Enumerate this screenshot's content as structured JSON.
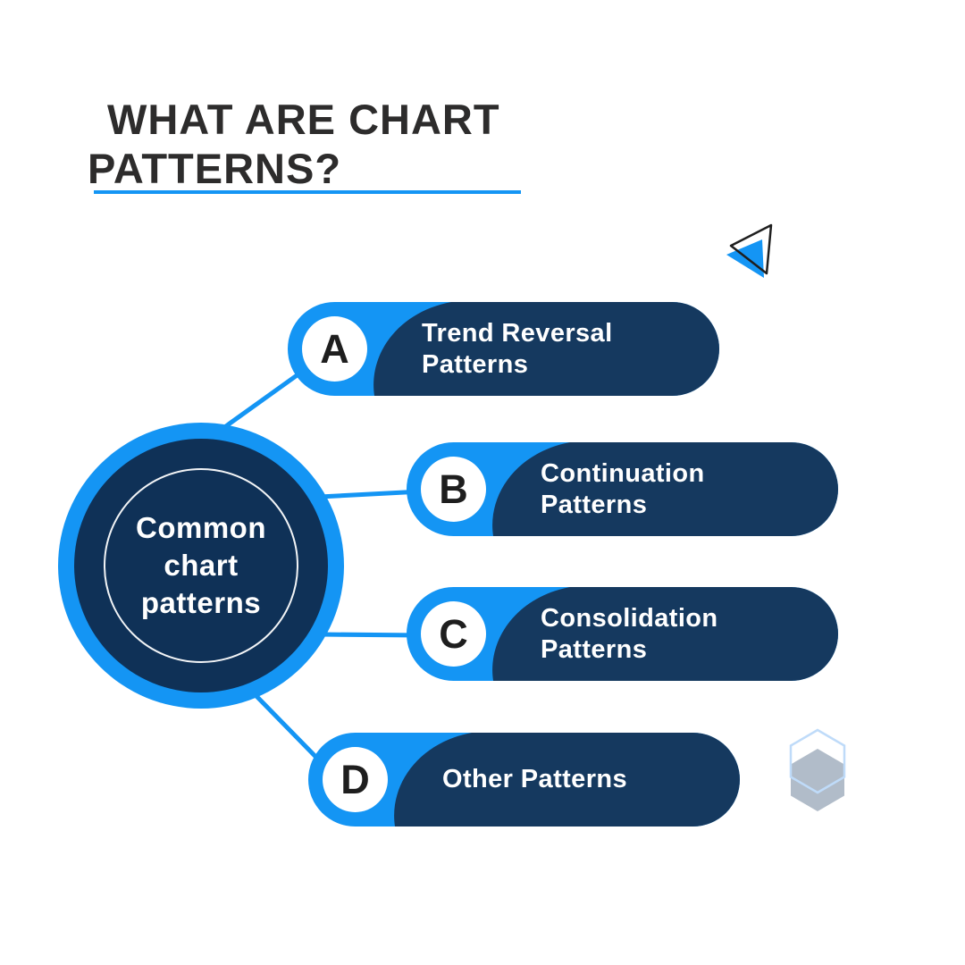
{
  "title": {
    "text": "WHAT ARE CHART\nPATTERNS?"
  },
  "center": {
    "label": "Common\nchart\npatterns"
  },
  "items": [
    {
      "letter": "A",
      "label": "Trend Reversal\nPatterns"
    },
    {
      "letter": "B",
      "label": "Continuation\nPatterns"
    },
    {
      "letter": "C",
      "label": "Consolidation\nPatterns"
    },
    {
      "letter": "D",
      "label": "Other Patterns"
    }
  ],
  "decorations": {
    "top_right_icon": "paper-plane-triangle-icon",
    "bottom_right_icon": "hexagon-pair-icon"
  },
  "colors": {
    "accent": "#1495F4",
    "pill_navy": "#15395F",
    "circle_navy": "#0F3157",
    "title_text": "#2D2C2C",
    "letter_text": "#1E1E1E",
    "label_text": "#FFFFFF",
    "hexagon_fill": "#A9B5C3",
    "hexagon_outline": "#BFDBF9",
    "background": "#FFFFFF"
  }
}
